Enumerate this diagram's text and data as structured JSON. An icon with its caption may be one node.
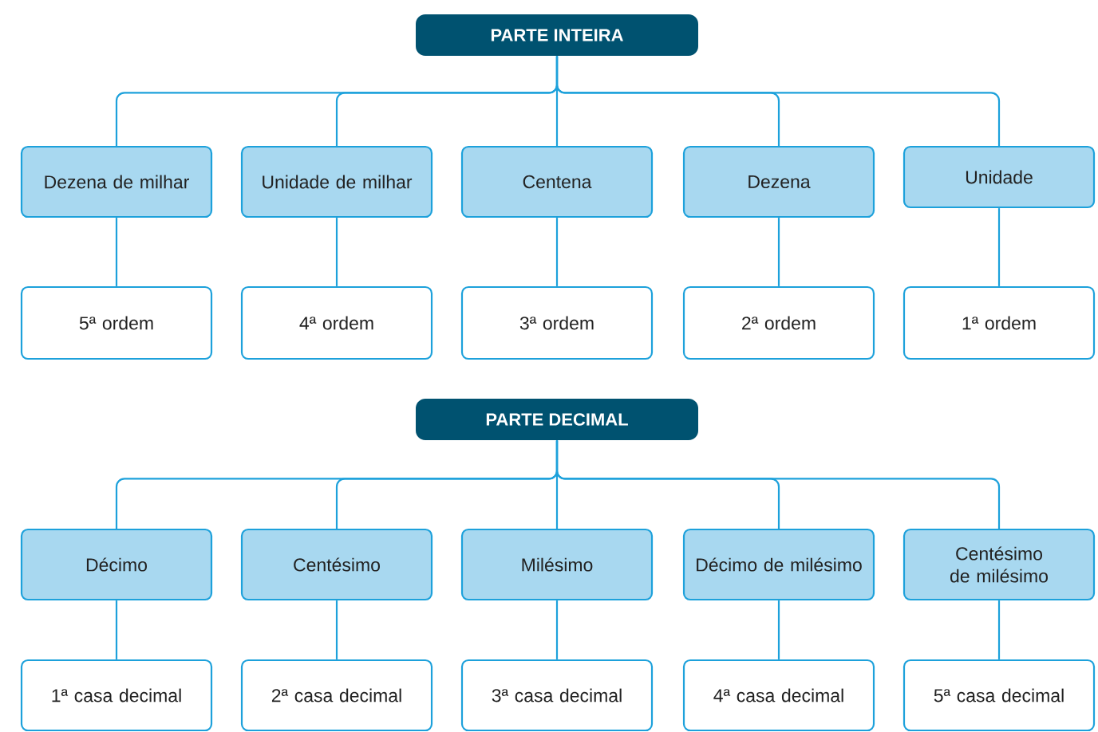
{
  "diagram": {
    "nodes": [
      {
        "text": [
          "PARTE INTEIRA"
        ]
      },
      {
        "text": [
          "Dezena de milhar"
        ]
      },
      {
        "text": [
          "Unidade de milhar"
        ]
      },
      {
        "text": [
          "Centena"
        ]
      },
      {
        "text": [
          "Dezena"
        ]
      },
      {
        "text": [
          "Unidade"
        ]
      },
      {
        "text": [
          "5ª ordem"
        ]
      },
      {
        "text": [
          "4ª ordem"
        ]
      },
      {
        "text": [
          "3ª ordem"
        ]
      },
      {
        "text": [
          "2ª ordem"
        ]
      },
      {
        "text": [
          "1ª ordem"
        ]
      },
      {
        "text": [
          "PARTE DECIMAL"
        ]
      },
      {
        "text": [
          "Décimo"
        ]
      },
      {
        "text": [
          "Centésimo"
        ]
      },
      {
        "text": [
          "Milésimo"
        ]
      },
      {
        "text": [
          "Décimo de milésimo"
        ]
      },
      {
        "text": [
          "Centésimo de milésimo"
        ]
      },
      {
        "text": [
          "1ª casa decimal"
        ]
      },
      {
        "text": [
          "2ª casa decimal"
        ]
      },
      {
        "text": [
          "3ª casa decimal"
        ]
      },
      {
        "text": [
          "4ª casa decimal"
        ]
      },
      {
        "text": [
          "5ª casa decimal"
        ]
      }
    ],
    "edges": [
      {
        "from": 0,
        "to": 1,
        "arrow": "none"
      },
      {
        "from": 0,
        "to": 2,
        "arrow": "none"
      },
      {
        "from": 0,
        "to": 3,
        "arrow": "none"
      },
      {
        "from": 0,
        "to": 4,
        "arrow": "none"
      },
      {
        "from": 0,
        "to": 5,
        "arrow": "none"
      },
      {
        "from": 1,
        "to": 6,
        "arrow": "none"
      },
      {
        "from": 2,
        "to": 7,
        "arrow": "none"
      },
      {
        "from": 3,
        "to": 8,
        "arrow": "none"
      },
      {
        "from": 4,
        "to": 9,
        "arrow": "none"
      },
      {
        "from": 5,
        "to": 10,
        "arrow": "none"
      },
      {
        "from": 11,
        "to": 12,
        "arrow": "none"
      },
      {
        "from": 11,
        "to": 13,
        "arrow": "none"
      },
      {
        "from": 11,
        "to": 14,
        "arrow": "none"
      },
      {
        "from": 11,
        "to": 15,
        "arrow": "none"
      },
      {
        "from": 11,
        "to": 16,
        "arrow": "none"
      },
      {
        "from": 12,
        "to": 17,
        "arrow": "none"
      },
      {
        "from": 13,
        "to": 18,
        "arrow": "none"
      },
      {
        "from": 14,
        "to": 19,
        "arrow": "none"
      },
      {
        "from": 15,
        "to": 20,
        "arrow": "none"
      },
      {
        "from": 16,
        "to": 21,
        "arrow": "none"
      }
    ]
  }
}
